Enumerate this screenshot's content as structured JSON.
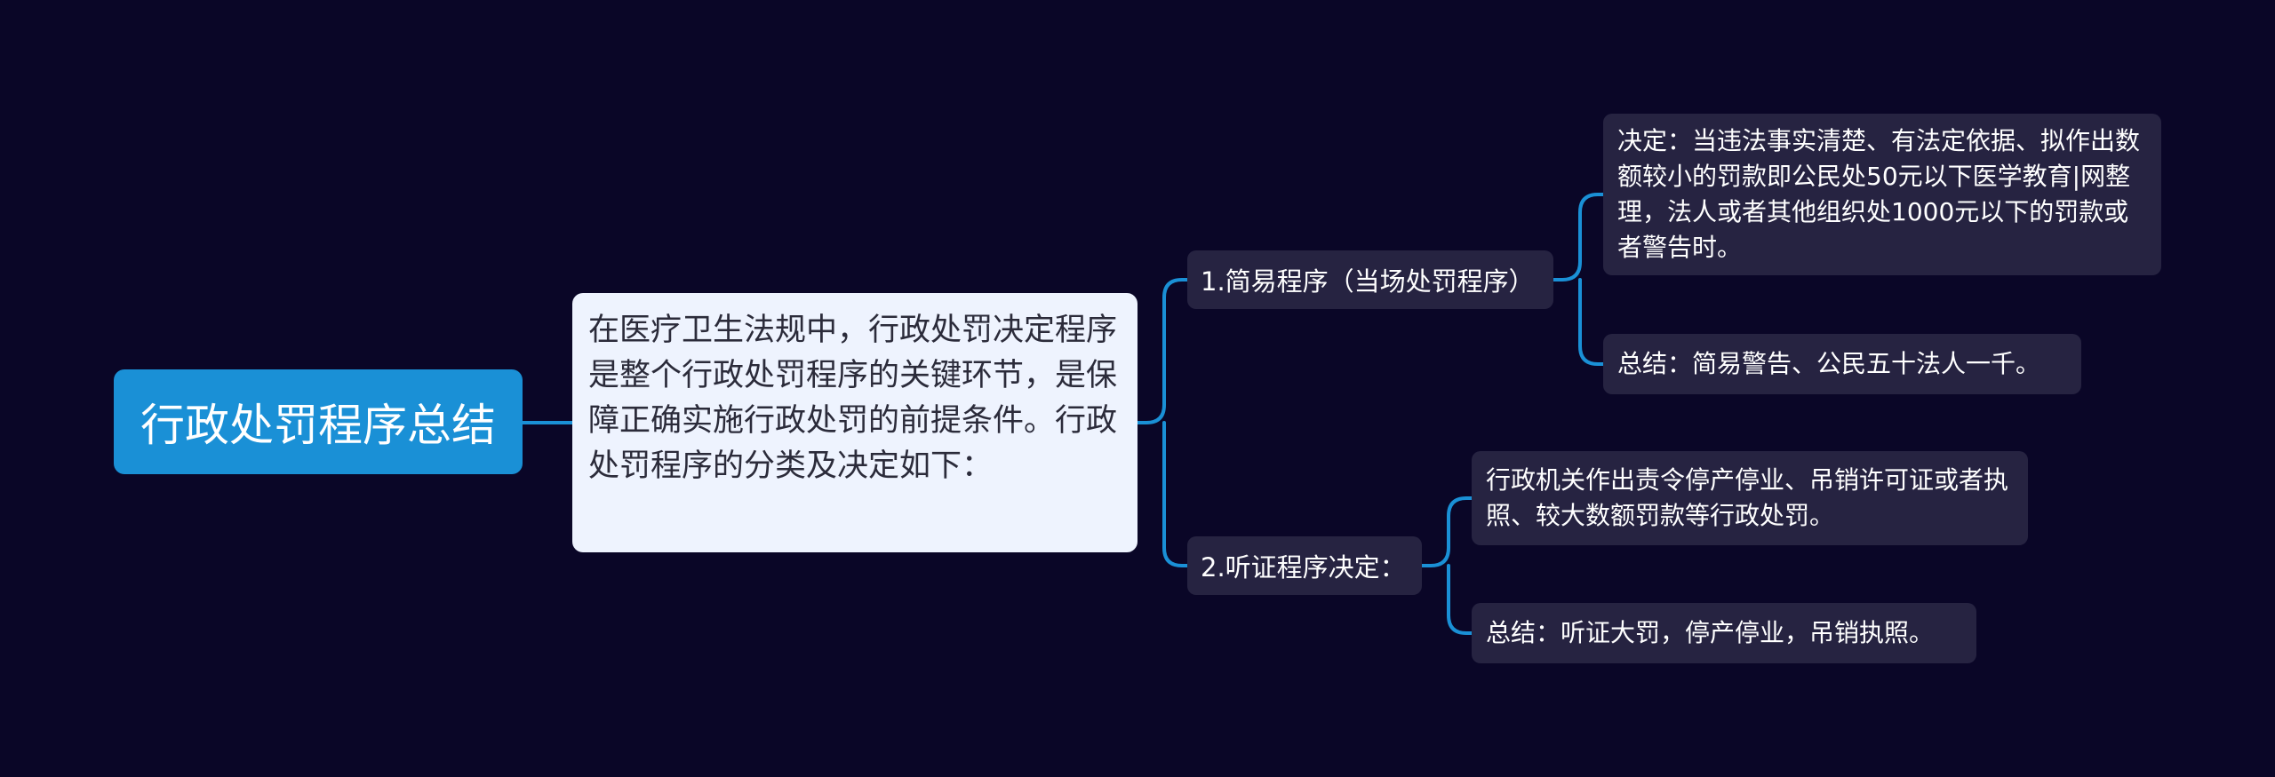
{
  "root": {
    "title": "行政处罚程序总结"
  },
  "intro": {
    "text": "在医疗卫生法规中，行政处罚决定程序是整个行政处罚程序的关键环节，是保障正确实施行政处罚的前提条件。行政处罚程序的分类及决定如下："
  },
  "branches": [
    {
      "label": "1.简易程序（当场处罚程序）",
      "children": [
        {
          "text": "决定：当违法事实清楚、有法定依据、拟作出数额较小的罚款即公民处50元以下医学教育|网整理，法人或者其他组织处1000元以下的罚款或者警告时。"
        },
        {
          "text": "总结：简易警告、公民五十法人一千。"
        }
      ]
    },
    {
      "label": "2.听证程序决定：",
      "children": [
        {
          "text": "行政机关作出责令停产停业、吊销许可证或者执照、较大数额罚款等行政处罚。"
        },
        {
          "text": "总结：听证大罚，停产停业，吊销执照。"
        }
      ]
    }
  ],
  "colors": {
    "background": "#0a0627",
    "root_fill": "#1a90d6",
    "intro_fill": "#eef3fe",
    "node_fill": "#262341",
    "connector": "#1a90d6"
  }
}
